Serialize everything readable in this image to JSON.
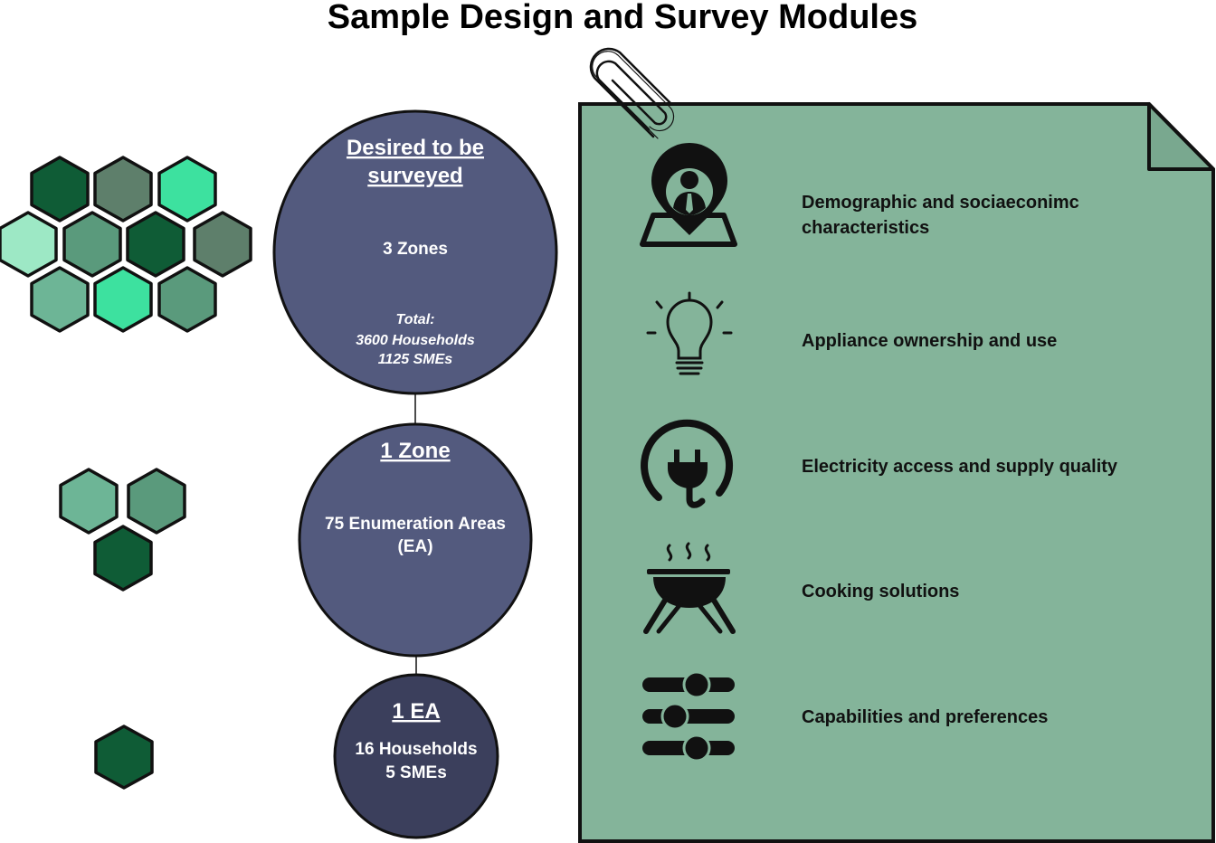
{
  "title": "Sample Design and Survey Modules",
  "colors": {
    "dark_green": "#0f5c36",
    "grey_green": "#5e7f6b",
    "bright_green": "#3de19f",
    "pale_green": "#9de8c5",
    "mid_green": "#5a9a7c",
    "soft_green": "#6db596",
    "panel_green": "#84b49a",
    "circle_blue": "#535a7e",
    "circle_dark": "#3b3f5c"
  },
  "levels": [
    {
      "heading_line1": "Desired to be",
      "heading_line2": "surveyed",
      "body": "3 Zones",
      "total_label": "Total:",
      "total_households": "3600 Households",
      "total_smes": "1125 SMEs"
    },
    {
      "heading": "1 Zone",
      "body_line1": "75 Enumeration Areas",
      "body_line2": "(EA)"
    },
    {
      "heading": "1 EA",
      "body_line1": "16 Households",
      "body_line2": "5 SMEs"
    }
  ],
  "modules": [
    {
      "icon": "user-location-icon",
      "line1": "Demographic and sociaeconimc",
      "line2": "characteristics"
    },
    {
      "icon": "lightbulb-icon",
      "line1": "Appliance ownership and use"
    },
    {
      "icon": "power-plug-icon",
      "line1": "Electricity access and supply quality"
    },
    {
      "icon": "grill-icon",
      "line1": "Cooking solutions"
    },
    {
      "icon": "sliders-icon",
      "line1": "Capabilities and preferences"
    }
  ]
}
